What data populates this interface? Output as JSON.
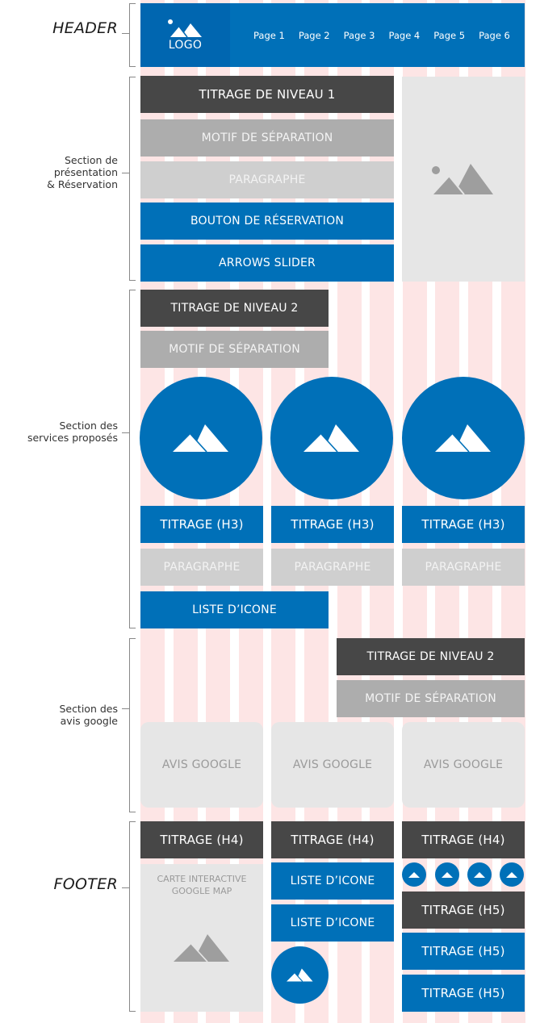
{
  "header": {
    "label": "HEADER",
    "logo_text": "LOGO",
    "logo_icon": "image-placeholder-icon",
    "nav": [
      "Page 1",
      "Page 2",
      "Page 3",
      "Page 4",
      "Page 5",
      "Page 6"
    ]
  },
  "sections": {
    "presentation": {
      "label_lines": [
        "Section de",
        "présentation",
        "& Réservation"
      ],
      "title": "TITRAGE DE NIVEAU 1",
      "separator": "MOTIF DE SÉPARATION",
      "paragraph": "PARAGRAPHE",
      "booking_button": "BOUTON DE RÉSERVATION",
      "slider": "ARROWS SLIDER",
      "image_icon": "image-placeholder-icon"
    },
    "services": {
      "label_lines": [
        "Section des",
        "services proposés"
      ],
      "title": "TITRAGE DE NIVEAU 2",
      "separator": "MOTIF DE SÉPARATION",
      "cards": [
        {
          "icon": "mountain-icon",
          "title": "TITRAGE (H3)",
          "paragraph": "PARAGRAPHE"
        },
        {
          "icon": "mountain-icon",
          "title": "TITRAGE (H3)",
          "paragraph": "PARAGRAPHE"
        },
        {
          "icon": "mountain-icon",
          "title": "TITRAGE (H3)",
          "paragraph": "PARAGRAPHE"
        }
      ],
      "icon_list": "LISTE D’ICONE"
    },
    "reviews": {
      "label_lines": [
        "Section des",
        "avis google"
      ],
      "title": "TITRAGE DE NIVEAU 2",
      "separator": "MOTIF DE SÉPARATION",
      "reviews": [
        "AVIS GOOGLE",
        "AVIS GOOGLE",
        "AVIS GOOGLE"
      ]
    },
    "footer": {
      "label": "FOOTER",
      "columns": [
        {
          "title": "TITRAGE (H4)",
          "map_lines": [
            "CARTE INTERACTIVE",
            "GOOGLE MAP"
          ],
          "map_icon": "mountain-icon"
        },
        {
          "title": "TITRAGE (H4)",
          "icon_lists": [
            "LISTE D’ICONE",
            "LISTE D’ICONE"
          ],
          "icon": "mountain-icon"
        },
        {
          "title": "TITRAGE (H4)",
          "social_icons": [
            "mountain-icon",
            "mountain-icon",
            "mountain-icon",
            "mountain-icon"
          ],
          "subtitles": [
            "TITRAGE (H5)",
            "TITRAGE (H5)",
            "TITRAGE (H5)"
          ]
        }
      ]
    }
  },
  "colors": {
    "brand_blue": "#0070b8",
    "dark": "#474747",
    "mid_gray": "#adadad",
    "light_gray": "#cfcfcf",
    "placeholder": "#e6e6e6",
    "grid_pink": "#fde5e5"
  }
}
